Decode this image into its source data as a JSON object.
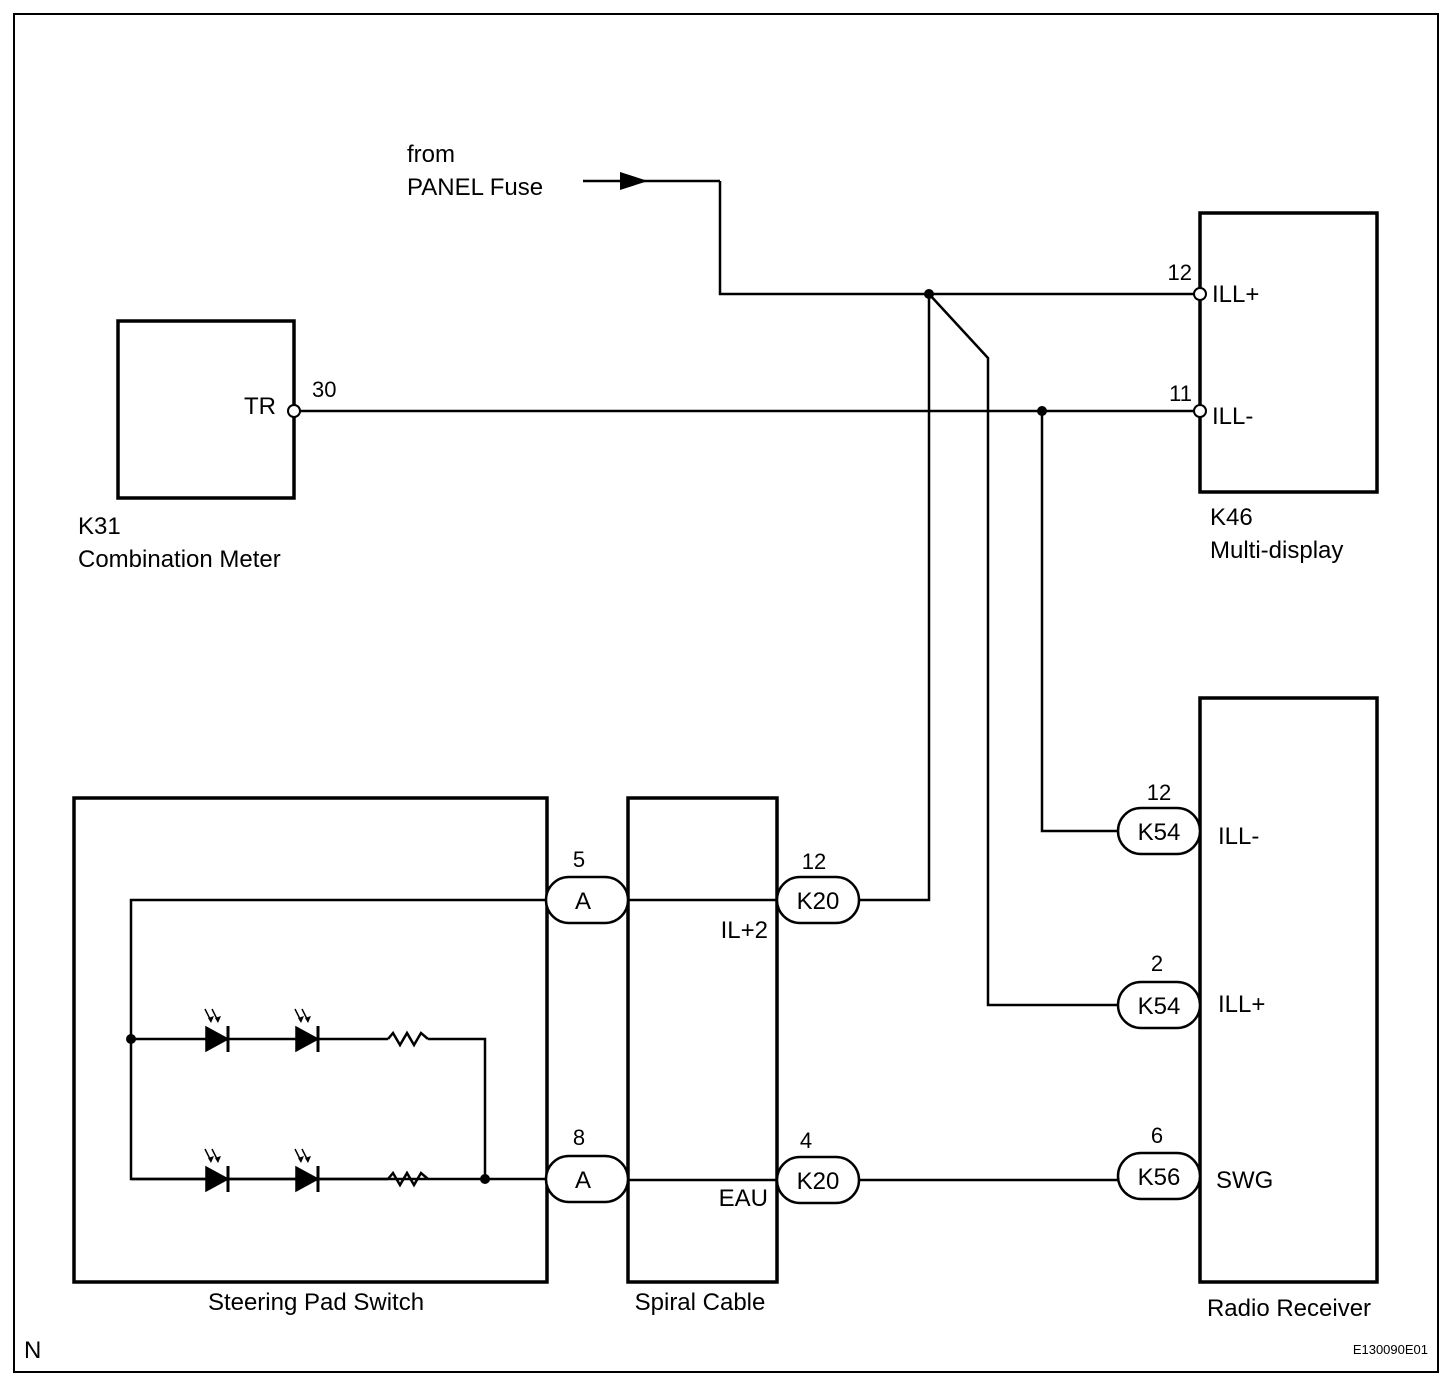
{
  "source": {
    "from_text": "from",
    "panel_fuse_text": "PANEL Fuse"
  },
  "combination_meter": {
    "code": "K31",
    "name": "Combination Meter",
    "terminal": "TR",
    "pin": "30"
  },
  "multi_display": {
    "code": "K46",
    "name": "Multi-display",
    "terminals": [
      {
        "pin": "12",
        "name": "ILL+"
      },
      {
        "pin": "11",
        "name": "ILL-"
      }
    ]
  },
  "radio_receiver": {
    "name": "Radio Receiver",
    "terminals": [
      {
        "pin": "12",
        "connector": "K54",
        "name": "ILL-"
      },
      {
        "pin": "2",
        "connector": "K54",
        "name": "ILL+"
      },
      {
        "pin": "6",
        "connector": "K56",
        "name": "SWG"
      }
    ]
  },
  "steering_pad_switch": {
    "name": "Steering Pad Switch",
    "connectors": [
      {
        "pin": "5",
        "connector": "A"
      },
      {
        "pin": "8",
        "connector": "A"
      }
    ]
  },
  "spiral_cable": {
    "name": "Spiral Cable",
    "terminals": [
      {
        "pin": "12",
        "connector": "K20",
        "name": "IL+2"
      },
      {
        "pin": "4",
        "connector": "K20",
        "name": "EAU"
      }
    ]
  },
  "footer": {
    "left_letter": "N",
    "figure_code": "E130090E01"
  }
}
